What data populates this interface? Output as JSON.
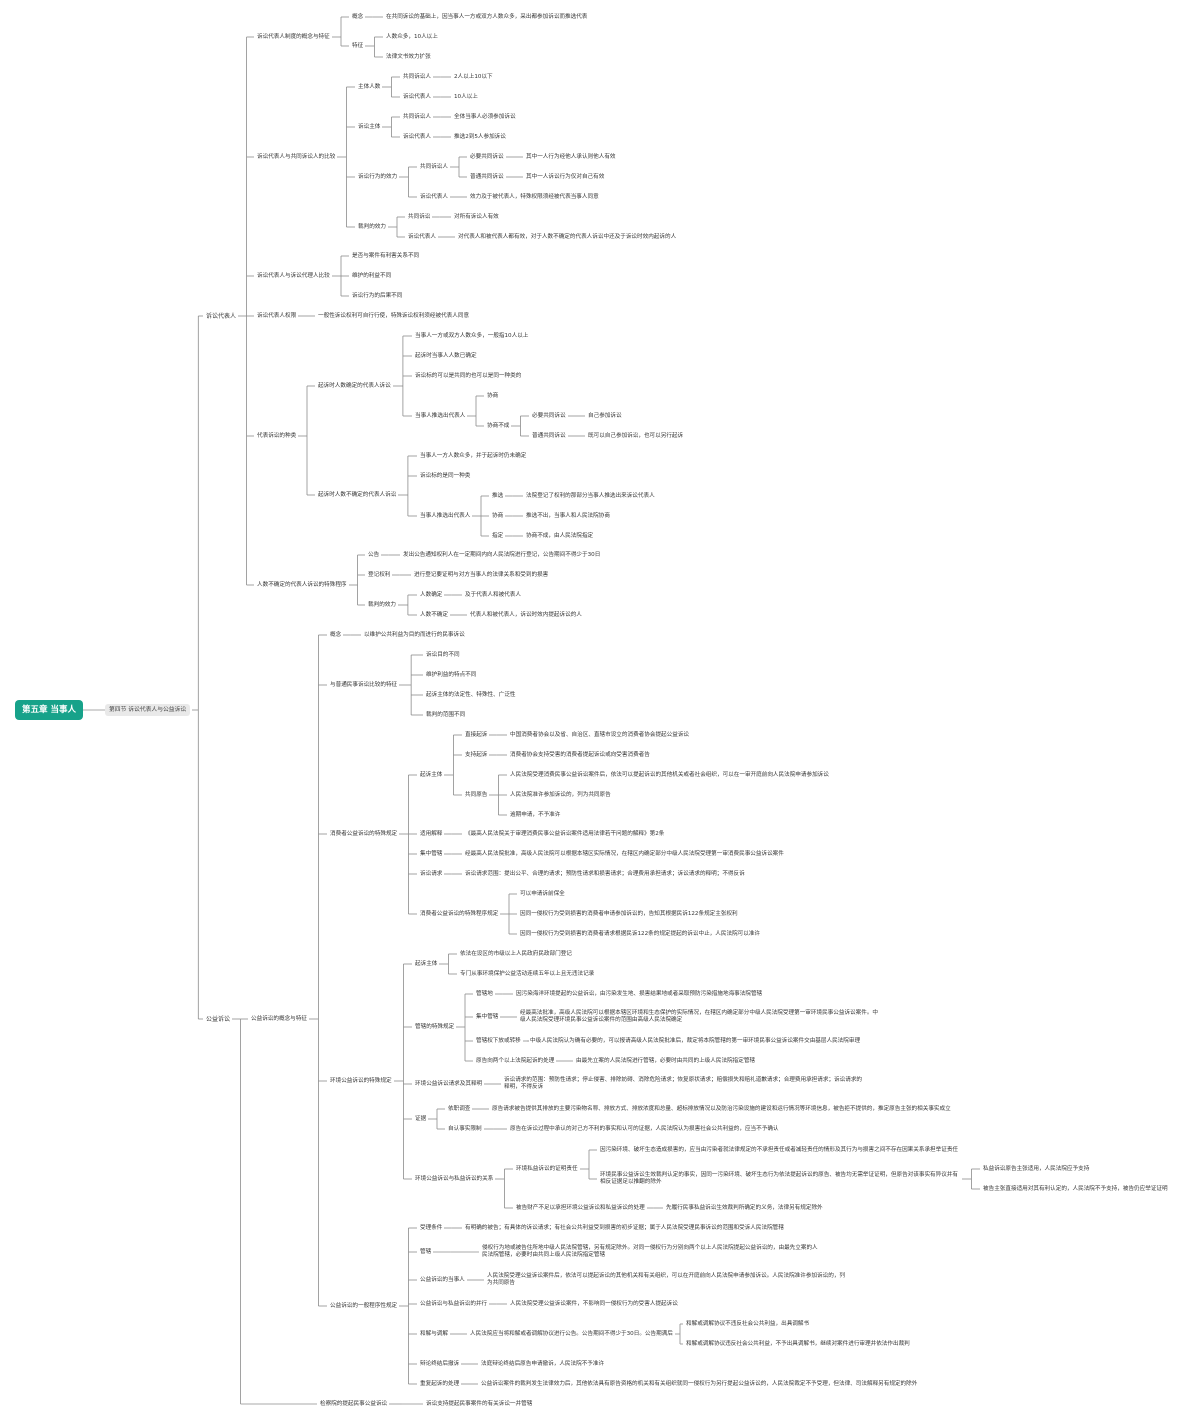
{
  "root": "第五章 当事人",
  "section": "第四节 诉讼代表人与公益诉讼",
  "nodes": [
    {
      "id": "a",
      "parent": "sec",
      "text": "诉讼代表人"
    },
    {
      "id": "a1",
      "parent": "a",
      "text": "诉讼代表人制度的概念与特征"
    },
    {
      "id": "a1a",
      "parent": "a1",
      "text": "概念"
    },
    {
      "id": "a1a1",
      "parent": "a1a",
      "text": "在共同诉讼的基础上，因当事人一方或双方人数众多，采出都参加诉讼而推选代表"
    },
    {
      "id": "a1b",
      "parent": "a1",
      "text": "特征"
    },
    {
      "id": "a1b1",
      "parent": "a1b",
      "text": "人数众多，10人以上"
    },
    {
      "id": "a1b2",
      "parent": "a1b",
      "text": "法律文书效力扩张"
    },
    {
      "id": "a2",
      "parent": "a",
      "text": "诉讼代表人与共同诉讼人的比较"
    },
    {
      "id": "a2a",
      "parent": "a2",
      "text": "主体人数"
    },
    {
      "id": "a2a1",
      "parent": "a2a",
      "text": "共同诉讼人"
    },
    {
      "id": "a2a1a",
      "parent": "a2a1",
      "text": "2人以上10以下"
    },
    {
      "id": "a2a2",
      "parent": "a2a",
      "text": "诉讼代表人"
    },
    {
      "id": "a2a2a",
      "parent": "a2a2",
      "text": "10人以上"
    },
    {
      "id": "a2b",
      "parent": "a2",
      "text": "诉讼主体"
    },
    {
      "id": "a2b1",
      "parent": "a2b",
      "text": "共同诉讼人"
    },
    {
      "id": "a2b1a",
      "parent": "a2b1",
      "text": "全体当事人必须参加诉讼"
    },
    {
      "id": "a2b2",
      "parent": "a2b",
      "text": "诉讼代表人"
    },
    {
      "id": "a2b2a",
      "parent": "a2b2",
      "text": "推选2到5人参加诉讼"
    },
    {
      "id": "a2c",
      "parent": "a2",
      "text": "诉讼行为的效力"
    },
    {
      "id": "a2c1",
      "parent": "a2c",
      "text": "共同诉讼人"
    },
    {
      "id": "a2c1a",
      "parent": "a2c1",
      "text": "必要共同诉讼"
    },
    {
      "id": "a2c1a1",
      "parent": "a2c1a",
      "text": "其中一人行为经他人承认则他人有效"
    },
    {
      "id": "a2c1b",
      "parent": "a2c1",
      "text": "普通共同诉讼"
    },
    {
      "id": "a2c1b1",
      "parent": "a2c1b",
      "text": "其中一人诉讼行为仅对自己有效"
    },
    {
      "id": "a2c2",
      "parent": "a2c",
      "text": "诉讼代表人"
    },
    {
      "id": "a2c2a",
      "parent": "a2c2",
      "text": "效力及于被代表人，特殊权限须经被代表当事人同意"
    },
    {
      "id": "a2d",
      "parent": "a2",
      "text": "裁判的效力"
    },
    {
      "id": "a2d1",
      "parent": "a2d",
      "text": "共同诉讼"
    },
    {
      "id": "a2d1a",
      "parent": "a2d1",
      "text": "对所有诉讼人有效"
    },
    {
      "id": "a2d2",
      "parent": "a2d",
      "text": "诉讼代表人"
    },
    {
      "id": "a2d2a",
      "parent": "a2d2",
      "text": "对代表人和被代表人都有效，对于人数不确定的代表人诉讼中还及于诉讼时效内起诉的人"
    },
    {
      "id": "a3",
      "parent": "a",
      "text": "诉讼代表人与诉讼代理人比较"
    },
    {
      "id": "a3a",
      "parent": "a3",
      "text": "是否与案件有利害关系不同"
    },
    {
      "id": "a3b",
      "parent": "a3",
      "text": "维护的利益不同"
    },
    {
      "id": "a3c",
      "parent": "a3",
      "text": "诉讼行为的后果不同"
    },
    {
      "id": "a4",
      "parent": "a",
      "text": "诉讼代表人权限"
    },
    {
      "id": "a4a",
      "parent": "a4",
      "text": "一般性诉讼权利可自行行使，特殊诉讼权利须经被代表人同意"
    },
    {
      "id": "a5",
      "parent": "a",
      "text": "代表诉讼的种类"
    },
    {
      "id": "a5a",
      "parent": "a5",
      "text": "起诉时人数确定的代表人诉讼"
    },
    {
      "id": "a5a1",
      "parent": "a5a",
      "text": "当事人一方或双方人数众多，一般指10人以上"
    },
    {
      "id": "a5a2",
      "parent": "a5a",
      "text": "起诉时当事人人数已确定"
    },
    {
      "id": "a5a3",
      "parent": "a5a",
      "text": "诉讼标的可以是共同的也可以是同一种类的"
    },
    {
      "id": "a5a4",
      "parent": "a5a",
      "text": "当事人推选出代表人"
    },
    {
      "id": "a5a4a",
      "parent": "a5a4",
      "text": "协商"
    },
    {
      "id": "a5a4b",
      "parent": "a5a4",
      "text": "协商不成"
    },
    {
      "id": "a5a4b1",
      "parent": "a5a4b",
      "text": "必要共同诉讼"
    },
    {
      "id": "a5a4b1a",
      "parent": "a5a4b1",
      "text": "自己参加诉讼"
    },
    {
      "id": "a5a4b2",
      "parent": "a5a4b",
      "text": "普通共同诉讼"
    },
    {
      "id": "a5a4b2a",
      "parent": "a5a4b2",
      "text": "既可以自己参加诉讼，也可以另行起诉"
    },
    {
      "id": "a5b",
      "parent": "a5",
      "text": "起诉时人数不确定的代表人诉讼"
    },
    {
      "id": "a5b1",
      "parent": "a5b",
      "text": "当事人一方人数众多，并于起诉时仍未确定"
    },
    {
      "id": "a5b2",
      "parent": "a5b",
      "text": "诉讼标的是同一种类"
    },
    {
      "id": "a5b3",
      "parent": "a5b",
      "text": "当事人推选出代表人"
    },
    {
      "id": "a5b3a",
      "parent": "a5b3",
      "text": "推选"
    },
    {
      "id": "a5b3a1",
      "parent": "a5b3a",
      "text": "法院登记了权利的那部分当事人推选出来诉讼代表人"
    },
    {
      "id": "a5b3b",
      "parent": "a5b3",
      "text": "协商"
    },
    {
      "id": "a5b3b1",
      "parent": "a5b3b",
      "text": "推选不出，当事人和人民法院协商"
    },
    {
      "id": "a5b3c",
      "parent": "a5b3",
      "text": "指定"
    },
    {
      "id": "a5b3c1",
      "parent": "a5b3c",
      "text": "协商不成，由人民法院指定"
    },
    {
      "id": "a6",
      "parent": "a",
      "text": "人数不确定的代表人诉讼的特殊程序"
    },
    {
      "id": "a6a",
      "parent": "a6",
      "text": "公告"
    },
    {
      "id": "a6a1",
      "parent": "a6a",
      "text": "发出公告通知权利人在一定期间内向人民法院进行登记，公告期间不得少于30日"
    },
    {
      "id": "a6b",
      "parent": "a6",
      "text": "登记权利"
    },
    {
      "id": "a6b1",
      "parent": "a6b",
      "text": "进行登记要证明与对方当事人的法律关系和受到的损害"
    },
    {
      "id": "a6c",
      "parent": "a6",
      "text": "裁判的效力"
    },
    {
      "id": "a6c1",
      "parent": "a6c",
      "text": "人数确定"
    },
    {
      "id": "a6c1a",
      "parent": "a6c1",
      "text": "及于代表人和被代表人"
    },
    {
      "id": "a6c2",
      "parent": "a6c",
      "text": "人数不确定"
    },
    {
      "id": "a6c2a",
      "parent": "a6c2",
      "text": "代表人和被代表人，诉讼时效内提起诉讼的人"
    },
    {
      "id": "b",
      "parent": "sec",
      "text": "公益诉讼"
    },
    {
      "id": "b1",
      "parent": "b",
      "text": "公益诉讼的概念与特征"
    },
    {
      "id": "b1a",
      "parent": "b1",
      "text": "概念"
    },
    {
      "id": "b1a1",
      "parent": "b1a",
      "text": "以维护公共利益为目的而进行的民事诉讼"
    },
    {
      "id": "b1b",
      "parent": "b1",
      "text": "与普通民事诉讼比较的特征"
    },
    {
      "id": "b1b1",
      "parent": "b1b",
      "text": "诉讼目的不同"
    },
    {
      "id": "b1b2",
      "parent": "b1b",
      "text": "维护利益的特点不同"
    },
    {
      "id": "b1b3",
      "parent": "b1b",
      "text": "起诉主体的法定性、特殊性、广泛性"
    },
    {
      "id": "b1b4",
      "parent": "b1b",
      "text": "裁判的范围不同"
    },
    {
      "id": "b1c",
      "parent": "b1",
      "text": "消费者公益诉讼的特殊规定"
    },
    {
      "id": "b1c1",
      "parent": "b1c",
      "text": "起诉主体"
    },
    {
      "id": "b1c1a",
      "parent": "b1c1",
      "text": "直接起诉"
    },
    {
      "id": "b1c1a1",
      "parent": "b1c1a",
      "text": "中国消费者协会以及省、自治区、直辖市设立的消费者协会提起公益诉讼"
    },
    {
      "id": "b1c1b",
      "parent": "b1c1",
      "text": "支持起诉"
    },
    {
      "id": "b1c1b1",
      "parent": "b1c1b",
      "text": "消费者协会支持受害的消费者提起诉讼或向受害消费者告"
    },
    {
      "id": "b1c1c",
      "parent": "b1c1",
      "text": "共同原告"
    },
    {
      "id": "b1c1c1",
      "parent": "b1c1c",
      "text": "人民法院受理消费民事公益诉讼案件后，依法可以提起诉讼的其他机关或者社会组织，可以在一审开庭前向人民法院申请参加诉讼"
    },
    {
      "id": "b1c1c2",
      "parent": "b1c1c",
      "text": "人民法院准许参加诉讼的，列为共同原告"
    },
    {
      "id": "b1c1c3",
      "parent": "b1c1c",
      "text": "逾期申请，不予准许"
    },
    {
      "id": "b1c2",
      "parent": "b1c",
      "text": "适用解释"
    },
    {
      "id": "b1c2a",
      "parent": "b1c2",
      "text": "《最高人民法院关于审理消费民事公益诉讼案件适用法律若干问题的解释》第2条"
    },
    {
      "id": "b1c3",
      "parent": "b1c",
      "text": "集中管辖"
    },
    {
      "id": "b1c3a",
      "parent": "b1c3",
      "text": "经最高人民法院批准，高级人民法院可以根据本辖区实际情况，在辖区内确定部分中级人民法院受理第一审消费民事公益诉讼案件"
    },
    {
      "id": "b1c4",
      "parent": "b1c",
      "text": "诉讼请求"
    },
    {
      "id": "b1c4a",
      "parent": "b1c4",
      "text": "诉讼请求范围：提出公平、合理的请求；预防性请求和损害请求；合理费用承担请求；诉讼请求的释明；不得反诉"
    },
    {
      "id": "b1c5",
      "parent": "b1c",
      "text": "消费者公益诉讼的特殊程序规定"
    },
    {
      "id": "b1c5a",
      "parent": "b1c5",
      "text": "可以申请诉前保全"
    },
    {
      "id": "b1c5b",
      "parent": "b1c5",
      "text": "因同一侵权行为受到损害的消费者申请参加诉讼的，告知其根据民诉122条规定主张权利"
    },
    {
      "id": "b1c5c",
      "parent": "b1c5",
      "text": "因同一侵权行为受到损害的消费者请求根据民诉122条的规定提起的诉讼中止，人民法院可以准许"
    },
    {
      "id": "b1d",
      "parent": "b1",
      "text": "环境公益诉讼的特殊规定"
    },
    {
      "id": "b1d1",
      "parent": "b1d",
      "text": "起诉主体"
    },
    {
      "id": "b1d1a",
      "parent": "b1d1",
      "text": "依法在设区的市级以上人民政府民政部门登记"
    },
    {
      "id": "b1d1b",
      "parent": "b1d1",
      "text": "专门从事环境保护公益活动连续五年以上且无违法记录"
    },
    {
      "id": "b1d2",
      "parent": "b1d",
      "text": "管辖的特殊规定"
    },
    {
      "id": "b1d2a",
      "parent": "b1d2",
      "text": "管辖地"
    },
    {
      "id": "b1d2a1",
      "parent": "b1d2a",
      "text": "因污染海洋环境提起的公益诉讼，由污染发生地、损害结果地或者采取预防污染措施地海事法院管辖"
    },
    {
      "id": "b1d2b",
      "parent": "b1d2",
      "text": "集中管辖"
    },
    {
      "id": "b1d2b1",
      "parent": "b1d2b",
      "text": "经最高法批准，高级人民法院可以根据本辖区环境和生态保护的实际情况，在辖区内确定部分中级人民法院受理第一审环境民事公益诉讼案件。中级人民法院受理环境民事公益诉讼案件的范围由高级人民法院确定"
    },
    {
      "id": "b1d2c",
      "parent": "b1d2",
      "text": "管辖权下放或转移"
    },
    {
      "id": "b1d2c1",
      "parent": "b1d2c",
      "text": "中级人民法院认为确有必要的，可以报请高级人民法院批准后，裁定将本院管辖的第一审环境民事公益诉讼案件交由基层人民法院审理"
    },
    {
      "id": "b1d2d",
      "parent": "b1d2",
      "text": "原告向两个以上法院起诉的处理"
    },
    {
      "id": "b1d2d1",
      "parent": "b1d2d",
      "text": "由最先立案的人民法院进行管辖，必要时由共同的上级人民法院指定管辖"
    },
    {
      "id": "b1d3",
      "parent": "b1d",
      "text": "环境公益诉讼请求及其释明"
    },
    {
      "id": "b1d3a",
      "parent": "b1d3",
      "text": "诉讼请求的范围：预防性请求；停止侵害、排除妨碍、消除危险请求；恢复原状请求；赔偿损失和赔礼道歉请求；合理费用承担请求；诉讼请求的释明，不得反诉"
    },
    {
      "id": "b1d4",
      "parent": "b1d",
      "text": "证据"
    },
    {
      "id": "b1d4a",
      "parent": "b1d4",
      "text": "依职调查"
    },
    {
      "id": "b1d4a1",
      "parent": "b1d4a",
      "text": "原告请求被告提供其排放的主要污染物名称、排放方式、排放浓度和总量、超标排放情况以及防治污染设施的建设和运行情况等环境信息，被告拒不提供的，推定原告主张的相关事实成立"
    },
    {
      "id": "b1d4b",
      "parent": "b1d4",
      "text": "自认事实限制"
    },
    {
      "id": "b1d4b1",
      "parent": "b1d4b",
      "text": "原告在诉讼过程中承认的对己方不利的事实和认可的证据，人民法院认为损害社会公共利益的，应当不予确认"
    },
    {
      "id": "b1d5",
      "parent": "b1d",
      "text": "环境公益诉讼与私益诉讼的关系"
    },
    {
      "id": "b1d5a",
      "parent": "b1d5",
      "text": "环境私益诉讼的证明责任"
    },
    {
      "id": "b1d5a1",
      "parent": "b1d5a",
      "text": "因污染环境、破坏生态造成损害的，应当由污染者就法律规定的不承担责任或者减轻责任的情形及其行为与损害之间不存在因果关系承担举证责任"
    },
    {
      "id": "b1d5a2",
      "parent": "b1d5a",
      "text": "环境民事公益诉讼生效裁判认定的事实，因同一污染环境、破坏生态行为依法提起诉讼的原告、被告均无需举证证明，但原告对该事实有异议并有相反证据足以推翻的除外"
    },
    {
      "id": "b1d5a2a",
      "parent": "b1d5a2",
      "text": "私益诉讼原告主张适用，人民法院应予支持"
    },
    {
      "id": "b1d5a2b",
      "parent": "b1d5a2",
      "text": "被告主张直接适用对其有利认定的，人民法院不予支持，被告仍应举证证明"
    },
    {
      "id": "b1d5b",
      "parent": "b1d5",
      "text": "被告财产不足以承担环境公益诉讼和私益诉讼的处理"
    },
    {
      "id": "b1d5b1",
      "parent": "b1d5b",
      "text": "先履行民事私益诉讼生效裁判所确定的义务，法律另有规定除外"
    },
    {
      "id": "b1e",
      "parent": "b1",
      "text": "公益诉讼的一般程序性规定"
    },
    {
      "id": "b1e1",
      "parent": "b1e",
      "text": "受理条件"
    },
    {
      "id": "b1e1a",
      "parent": "b1e1",
      "text": "有明确的被告；有具体的诉讼请求；有社会公共利益受到损害的初步证据；属于人民法院受理民事诉讼的范围和受诉人民法院管辖"
    },
    {
      "id": "b1e2",
      "parent": "b1e",
      "text": "管辖"
    },
    {
      "id": "b1e2a",
      "parent": "b1e2",
      "text": "侵权行为地或被告住所地中级人民法院管辖，另有规定除外。对同一侵权行为分别向两个以上人民法院提起公益诉讼的，由最先立案的人民法院管辖，必要时由共同上级人民法院指定管辖"
    },
    {
      "id": "b1e3",
      "parent": "b1e",
      "text": "公益诉讼的当事人"
    },
    {
      "id": "b1e3a",
      "parent": "b1e3",
      "text": "人民法院受理公益诉讼案件后，依法可以提起诉讼的其他机关和有关组织，可以在开庭前向人民法院申请参加诉讼。人民法院准许参加诉讼的，列为共同原告"
    },
    {
      "id": "b1e4",
      "parent": "b1e",
      "text": "公益诉讼与私益诉讼的并行"
    },
    {
      "id": "b1e4a",
      "parent": "b1e4",
      "text": "人民法院受理公益诉讼案件，不影响同一侵权行为的受害人提起诉讼"
    },
    {
      "id": "b1e5",
      "parent": "b1e",
      "text": "和解与调解"
    },
    {
      "id": "b1e5a",
      "parent": "b1e5",
      "text": "人民法院应当将和解或者调解协议进行公告。公告期间不得少于30日。公告期满后"
    },
    {
      "id": "b1e5a1",
      "parent": "b1e5a",
      "text": "和解或调解协议不违反社会公共利益，出具调解书"
    },
    {
      "id": "b1e5a2",
      "parent": "b1e5a",
      "text": "和解或调解协议违反社会公共利益，不予出具调解书，继续对案件进行审理并依法作出裁判"
    },
    {
      "id": "b1e6",
      "parent": "b1e",
      "text": "辩论终结后撤诉"
    },
    {
      "id": "b1e6a",
      "parent": "b1e6",
      "text": "法庭辩论终结后原告申请撤诉，人民法院不予准许"
    },
    {
      "id": "b1e7",
      "parent": "b1e",
      "text": "重复起诉的处理"
    },
    {
      "id": "b1e7a",
      "parent": "b1e7",
      "text": "公益诉讼案件的裁判发生法律效力后，其他依法具有原告资格的机关和有关组织就同一侵权行为另行提起公益诉讼的，人民法院裁定不予受理，但法律、司法解释另有规定的除外"
    },
    {
      "id": "b2",
      "parent": "b",
      "text": "检察院的提起民事公益诉讼"
    },
    {
      "id": "b2a",
      "parent": "b2",
      "text": "诉讼支持提起民事案件的有关诉讼一并管辖"
    }
  ]
}
